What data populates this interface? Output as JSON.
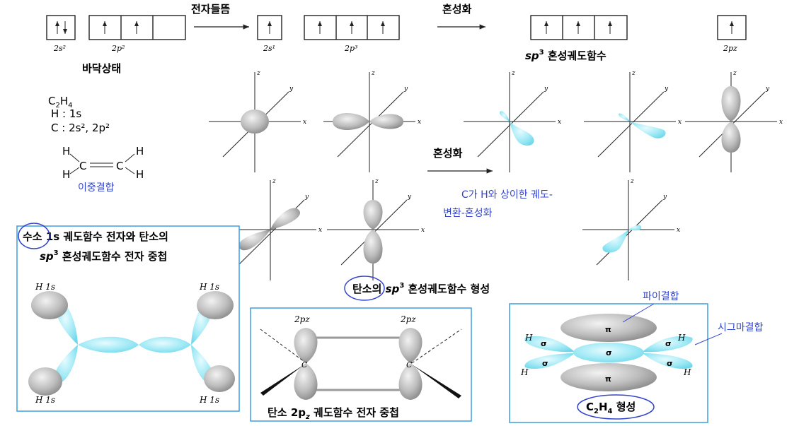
{
  "top_row": {
    "label_2s2": "2s²",
    "label_2p2": "2p²",
    "ground_state": "바닥상태",
    "excite_label": "전자들뜸",
    "label_2s1": "2s¹",
    "label_2p3": "2p³",
    "hybrid_label_top": "혼성화",
    "sp3_prefix": "sp",
    "sp3_sup": "3",
    "sp3_suffix": " 혼성궤도함수",
    "label_2pz": "2pz"
  },
  "formula": {
    "molecule_main": "C",
    "molecule_sub1": "2",
    "molecule_h": "H",
    "molecule_sub2": "4",
    "h_config": "H : 1s",
    "c_config": "C : 2s², 2p²"
  },
  "structure": {
    "h": "H",
    "c": "C",
    "double_bond_label": "이중결합"
  },
  "middle": {
    "hybrid_label_mid": "혼성화",
    "note_line1": "C가 H와 상이한 궤도-",
    "note_line2": "변환-혼성화",
    "carbon_sp3_formation": "탄소의 sp³ 혼성궤도함수 형성",
    "carbon_word": "탄소",
    "carbon_rest_prefix": "의 ",
    "sp": "sp",
    "sup3": "3",
    "carbon_rest_suffix": " 혼성궤도함수 형성"
  },
  "axis": {
    "x": "x",
    "y": "y",
    "z": "z"
  },
  "panel_left": {
    "title1_a": "수소",
    "title1_b": " 1s 궤도함수 전자와 탄소의",
    "title2_sp": "sp",
    "title2_sup": "3",
    "title2_rest": " 혼성궤도함수 전자 중첩",
    "h1s": "H 1s"
  },
  "panel_middle": {
    "pz": "2pz",
    "c": "C",
    "caption_a": "탄소 2p",
    "caption_sub": "z",
    "caption_b": " 궤도함수 전자 중첩"
  },
  "panel_right": {
    "pi_bond": "파이결합",
    "sigma_bond": "시그마결합",
    "h": "H",
    "sigma": "σ",
    "pi": "π",
    "caption_a": "C",
    "caption_sub1": "2",
    "caption_b": "H",
    "caption_sub2": "4",
    "caption_c": " 형성"
  },
  "colors": {
    "annotation_blue": "#3344cc",
    "box_border": "#3b9fe0",
    "orbital_cyan": "#8fe6f2",
    "orbital_gray": "#bdbdbd"
  }
}
